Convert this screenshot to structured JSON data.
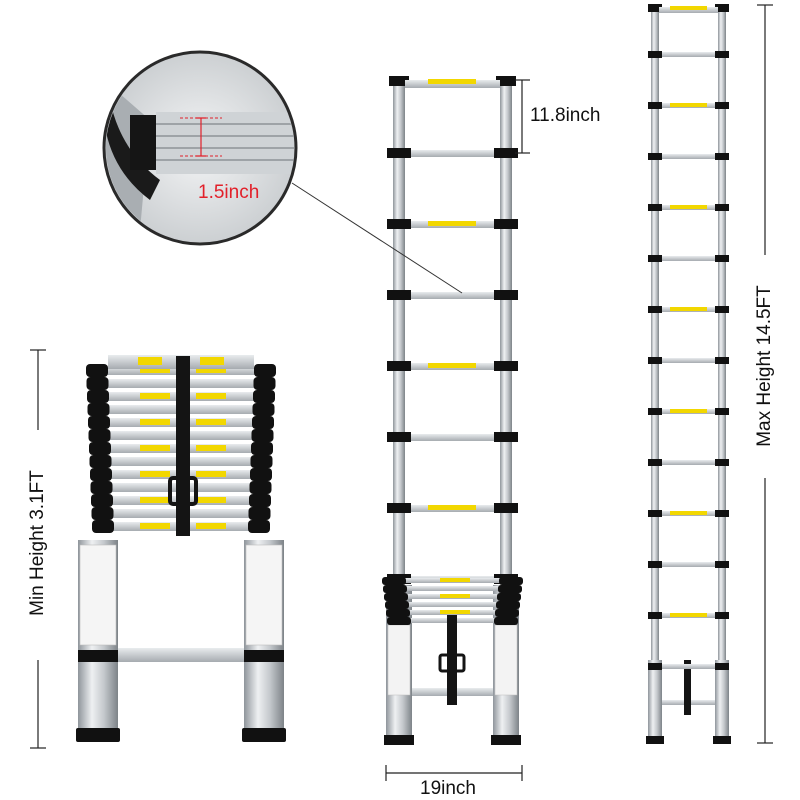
{
  "labels": {
    "rung_spacing": "11.8inch",
    "rung_depth": "1.5inch",
    "min_height": "Min Height 3.1FT",
    "max_height": "Max Height 14.5FT",
    "width": "19inch"
  },
  "colors": {
    "aluminum": "#c9cdd1",
    "rung_cap": "#111111",
    "warning_label": "#f2d700",
    "detail_highlight": "#e2202a",
    "dimension_line": "#222222"
  },
  "ladders": {
    "collapsed": {
      "rungs": 13
    },
    "partial_extended": {
      "extended_rungs": 7,
      "collapsed_rungs": 6
    },
    "fully_extended": {
      "rungs": 13
    }
  }
}
